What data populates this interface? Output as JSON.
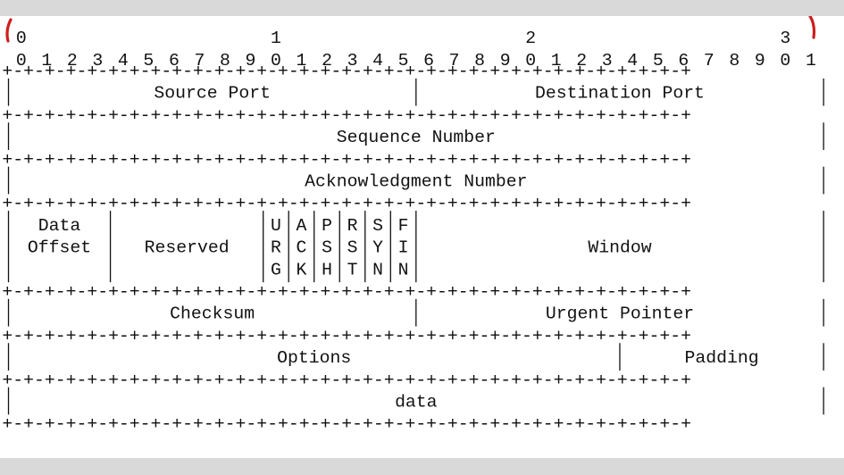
{
  "ruler": {
    "tens": [
      {
        "bit": 0,
        "label": "0"
      },
      {
        "bit": 10,
        "label": "1"
      },
      {
        "bit": 20,
        "label": "2"
      },
      {
        "bit": 30,
        "label": "3"
      }
    ],
    "units": [
      "0",
      "1",
      "2",
      "3",
      "4",
      "5",
      "6",
      "7",
      "8",
      "9",
      "0",
      "1",
      "2",
      "3",
      "4",
      "5",
      "6",
      "7",
      "8",
      "9",
      "0",
      "1",
      "2",
      "3",
      "4",
      "5",
      "6",
      "7",
      "8",
      "9",
      "0",
      "1"
    ]
  },
  "rows": [
    {
      "id": "ports",
      "lines": 1,
      "fields": [
        {
          "name": "source-port",
          "start": 0,
          "end": 16,
          "text": [
            "Source Port"
          ]
        },
        {
          "name": "destination-port",
          "start": 16,
          "end": 32,
          "text": [
            "Destination Port"
          ]
        }
      ]
    },
    {
      "id": "sequence",
      "lines": 1,
      "fields": [
        {
          "name": "sequence-number",
          "start": 0,
          "end": 32,
          "text": [
            "Sequence Number"
          ]
        }
      ]
    },
    {
      "id": "ack",
      "lines": 1,
      "fields": [
        {
          "name": "acknowledgment-number",
          "start": 0,
          "end": 32,
          "text": [
            "Acknowledgment Number"
          ]
        }
      ]
    },
    {
      "id": "control",
      "lines": 3,
      "fields": [
        {
          "name": "data-offset",
          "start": 0,
          "end": 4,
          "text": [
            "Data",
            "Offset",
            ""
          ]
        },
        {
          "name": "reserved",
          "start": 4,
          "end": 10,
          "text": [
            "",
            "Reserved",
            ""
          ]
        },
        {
          "name": "flag-urg",
          "start": 10,
          "end": 11,
          "text": [
            "U",
            "R",
            "G"
          ]
        },
        {
          "name": "flag-ack",
          "start": 11,
          "end": 12,
          "text": [
            "A",
            "C",
            "K"
          ]
        },
        {
          "name": "flag-psh",
          "start": 12,
          "end": 13,
          "text": [
            "P",
            "S",
            "H"
          ]
        },
        {
          "name": "flag-rst",
          "start": 13,
          "end": 14,
          "text": [
            "R",
            "S",
            "T"
          ]
        },
        {
          "name": "flag-syn",
          "start": 14,
          "end": 15,
          "text": [
            "S",
            "Y",
            "N"
          ]
        },
        {
          "name": "flag-fin",
          "start": 15,
          "end": 16,
          "text": [
            "F",
            "I",
            "N"
          ]
        },
        {
          "name": "window",
          "start": 16,
          "end": 32,
          "text": [
            "",
            "Window",
            ""
          ]
        }
      ]
    },
    {
      "id": "checksum",
      "lines": 1,
      "fields": [
        {
          "name": "checksum",
          "start": 0,
          "end": 16,
          "text": [
            "Checksum"
          ]
        },
        {
          "name": "urgent-pointer",
          "start": 16,
          "end": 32,
          "text": [
            "Urgent Pointer"
          ]
        }
      ]
    },
    {
      "id": "options",
      "lines": 1,
      "fields": [
        {
          "name": "options",
          "start": 0,
          "end": 24,
          "text": [
            "Options"
          ]
        },
        {
          "name": "padding",
          "start": 24,
          "end": 32,
          "text": [
            "Padding"
          ]
        }
      ]
    },
    {
      "id": "data",
      "lines": 1,
      "fields": [
        {
          "name": "data",
          "start": 0,
          "end": 32,
          "text": [
            "data"
          ]
        }
      ]
    }
  ],
  "colors": {
    "background": "#d9d9d9",
    "paper": "#ffffff",
    "ink": "#111111",
    "bracket": "#cc1f1f"
  }
}
